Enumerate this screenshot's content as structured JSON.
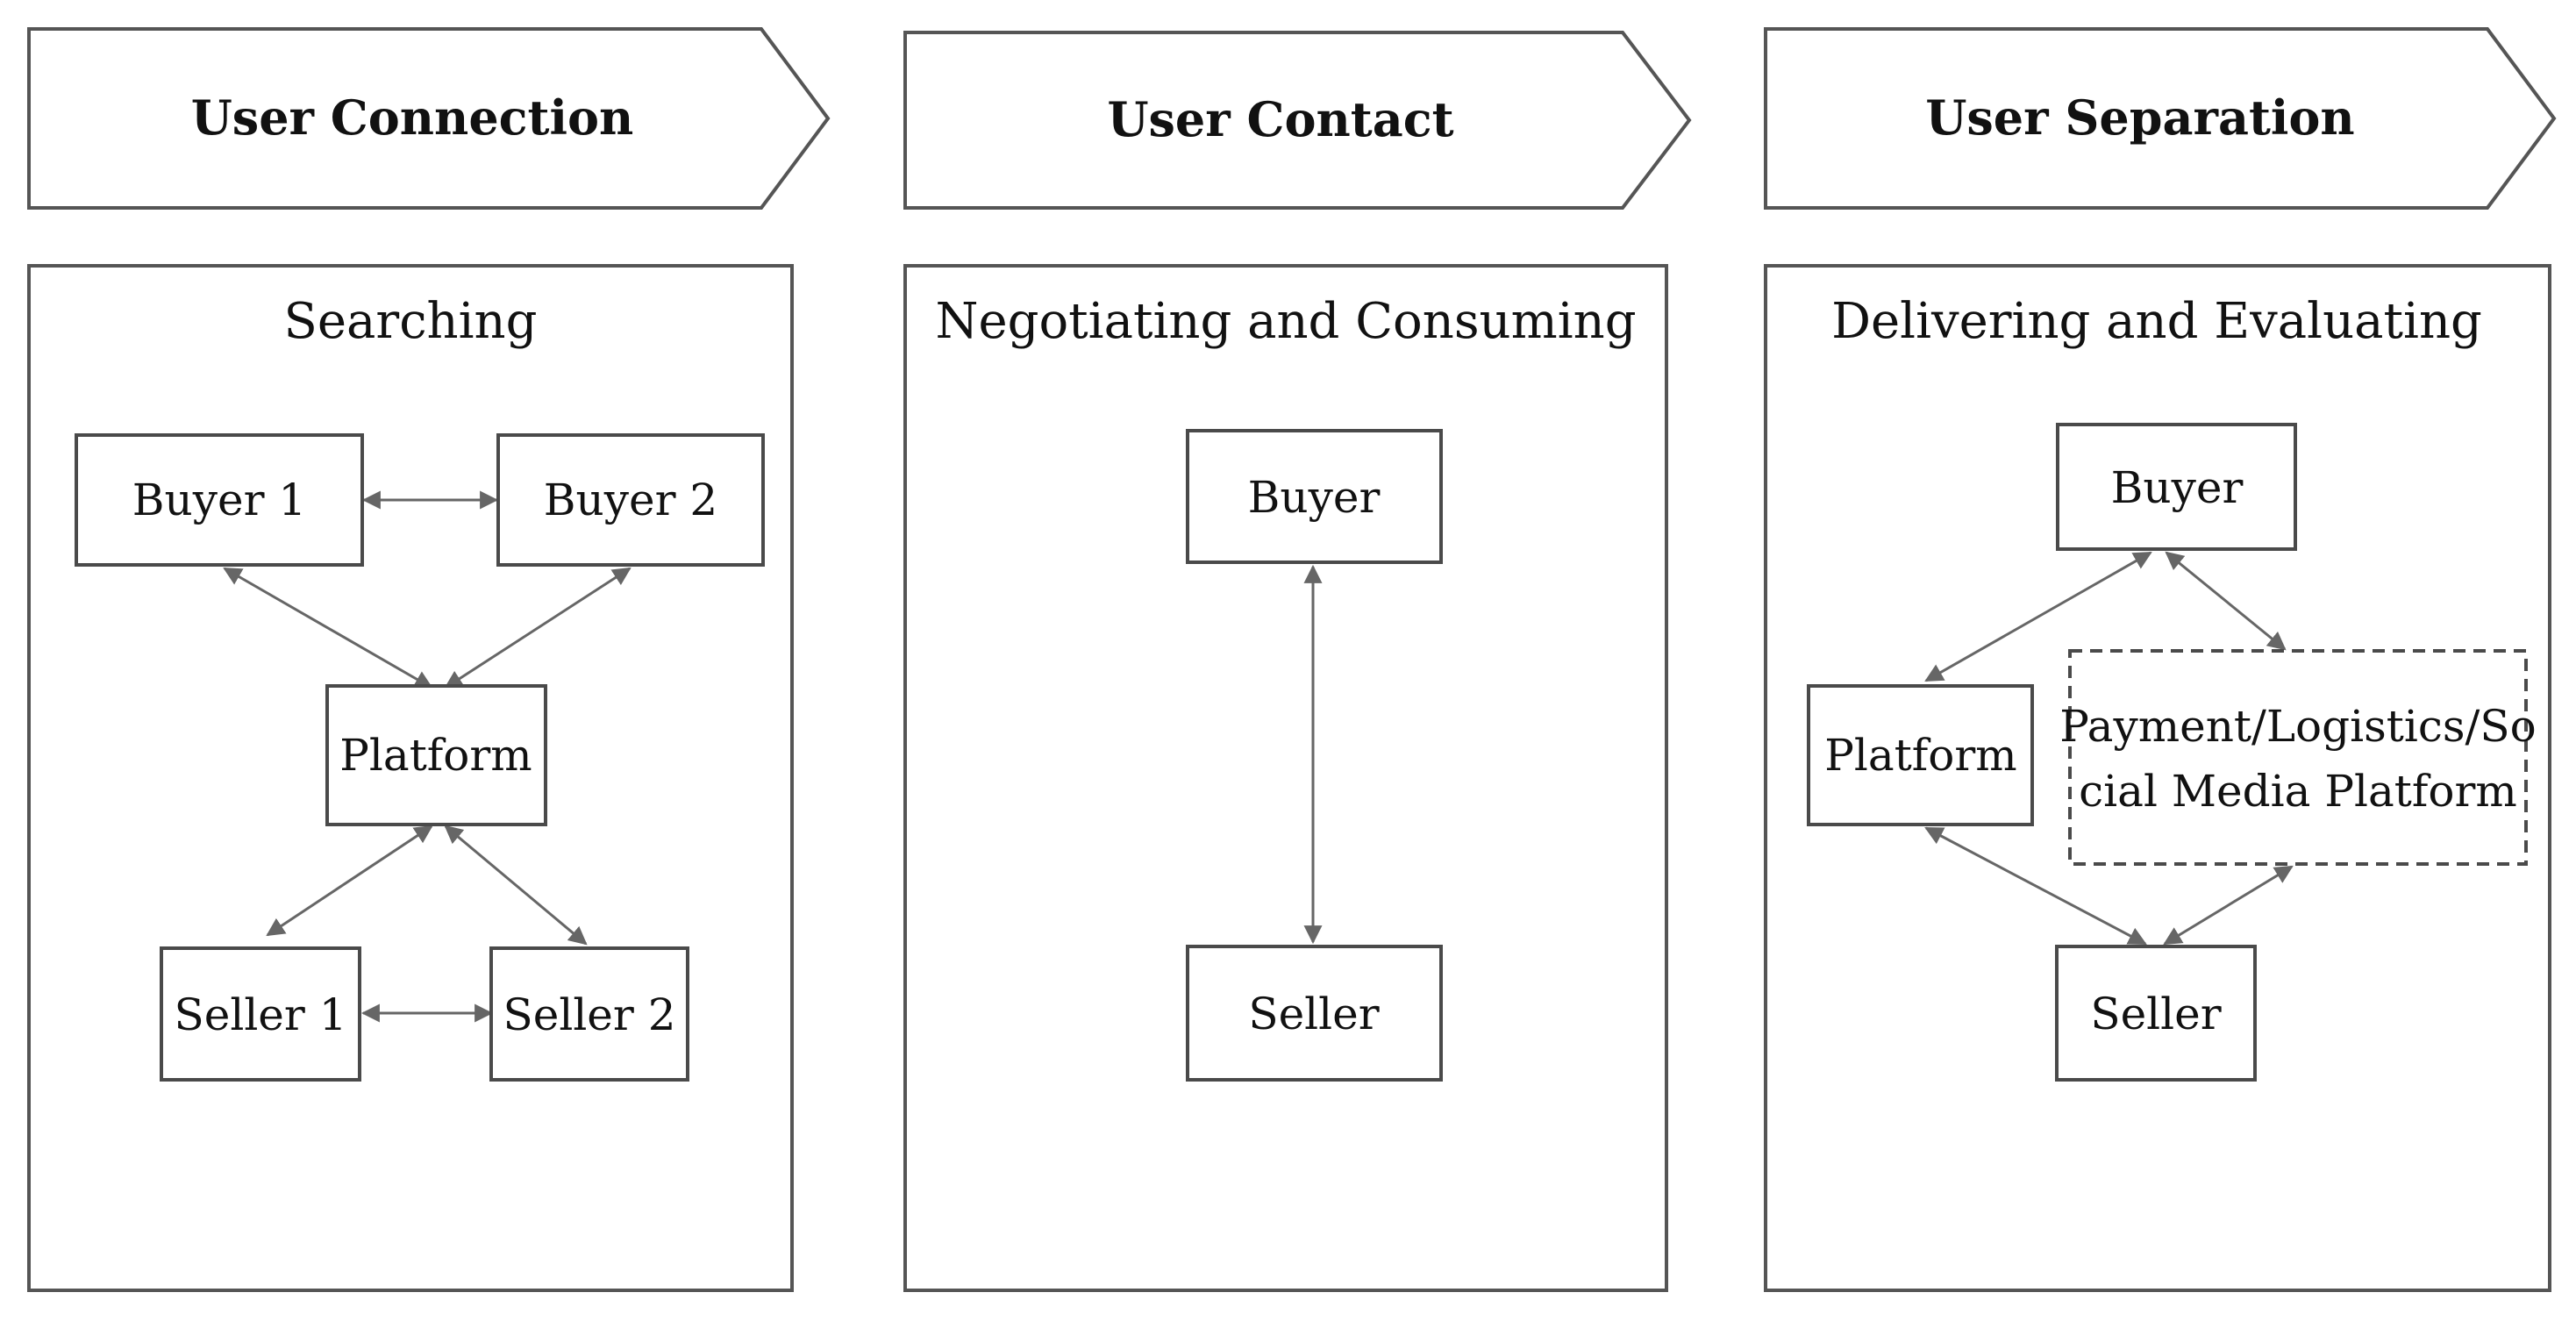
{
  "stages": [
    {
      "label": "User Connection"
    },
    {
      "label": "User Contact"
    },
    {
      "label": "User Separation"
    }
  ],
  "panels": [
    {
      "title": "Searching",
      "nodes": {
        "buyer1": "Buyer 1",
        "buyer2": "Buyer 2",
        "platform": "Platform",
        "seller1": "Seller 1",
        "seller2": "Seller 2"
      }
    },
    {
      "title": "Negotiating and Consuming",
      "nodes": {
        "buyer": "Buyer",
        "seller": "Seller"
      }
    },
    {
      "title": "Delivering and Evaluating",
      "nodes": {
        "buyer": "Buyer",
        "platform": "Platform",
        "external_line1": "Payment/Logistics/So",
        "external_line2": "cial Media Platform",
        "seller": "Seller"
      }
    }
  ],
  "colors": {
    "stroke": "#4a4a4a",
    "arrow": "#666666",
    "background": "#ffffff"
  }
}
